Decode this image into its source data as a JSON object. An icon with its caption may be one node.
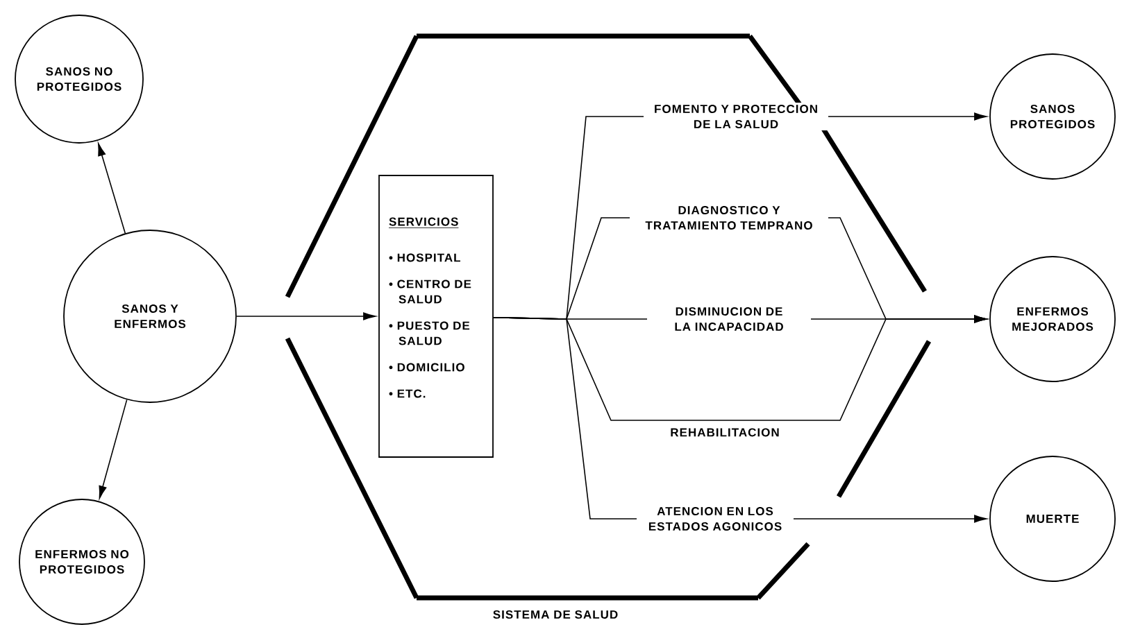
{
  "diagram": {
    "nodes": [
      {
        "text": [
          "SANOS NO PROTEGIDOS"
        ]
      },
      {
        "text": [
          "SANOS Y ENFERMOS"
        ]
      },
      {
        "text": [
          "ENFERMOS NO PROTEGIDOS"
        ]
      },
      {
        "text": [
          "SISTEMA DE SALUD"
        ]
      },
      {
        "text": [
          "SERVICIOS",
          "• HOSPITAL",
          "• CENTRO DE SALUD",
          "• PUESTO DE SALUD",
          "• DOMICILIO",
          "• ETC."
        ],
        "in": 3
      },
      {
        "text": [
          "SANOS PROTEGIDOS"
        ]
      },
      {
        "text": [
          "ENFERMOS MEJORADOS"
        ]
      },
      {
        "text": [
          "MUERTE"
        ]
      }
    ],
    "edges": [
      {
        "from": 1,
        "to": 0,
        "arrow": "to"
      },
      {
        "from": 1,
        "to": 2,
        "arrow": "to"
      },
      {
        "from": 1,
        "to": 4,
        "arrow": "to"
      },
      {
        "from": 4,
        "to": 5,
        "arrow": "to",
        "label": "FOMENTO Y PROTECCION DE LA SALUD"
      },
      {
        "from": 4,
        "to": 6,
        "arrow": "to",
        "label": "DIAGNOSTICO Y TRATAMIENTO TEMPRANO"
      },
      {
        "from": 4,
        "to": 6,
        "arrow": "to",
        "label": "DISMINUCION DE LA INCAPACIDAD"
      },
      {
        "from": 4,
        "to": 6,
        "arrow": "to",
        "label": "REHABILITACION"
      },
      {
        "from": 4,
        "to": 7,
        "arrow": "to",
        "label": "ATENCION EN LOS ESTADOS AGONICOS"
      }
    ]
  }
}
